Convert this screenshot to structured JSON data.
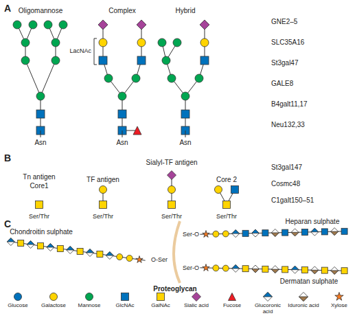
{
  "diagram": {
    "labels": [
      "A",
      "Oligomannose",
      "Complex",
      "Hybrid",
      "LacNAc",
      "Asn",
      "Asn",
      "Asn",
      "GNE2–5",
      "SLC35A16",
      "St3gal47",
      "GALE8",
      "B4galt11,17",
      "Neu132,33",
      "B",
      "Sialyl-TF antigen",
      "Tn antigen",
      "Core1",
      "TF antigen",
      "Core 2",
      "Ser/Thr",
      "Ser/Thr",
      "Ser/Thr",
      "Ser/Thr",
      "St3gal147",
      "Cosmc48",
      "C1galt150–51",
      "C",
      "Chondroitin sulphate",
      "Heparan sulphate",
      "Dermatan sulphate",
      "Ser-O",
      "O-Ser",
      "Ser-O",
      "Proteoglycan"
    ],
    "legend": [
      {
        "text": "Glucose"
      },
      {
        "text": "Galactose"
      },
      {
        "text": "Mannose"
      },
      {
        "text": "GlcNAc"
      },
      {
        "text": "GalNAc"
      },
      {
        "text": "Sialic acid"
      },
      {
        "text": "Fucose"
      },
      {
        "text": "Glucoronic acid"
      },
      {
        "text": "Iduronic acid"
      },
      {
        "text": "Xylose"
      }
    ]
  }
}
